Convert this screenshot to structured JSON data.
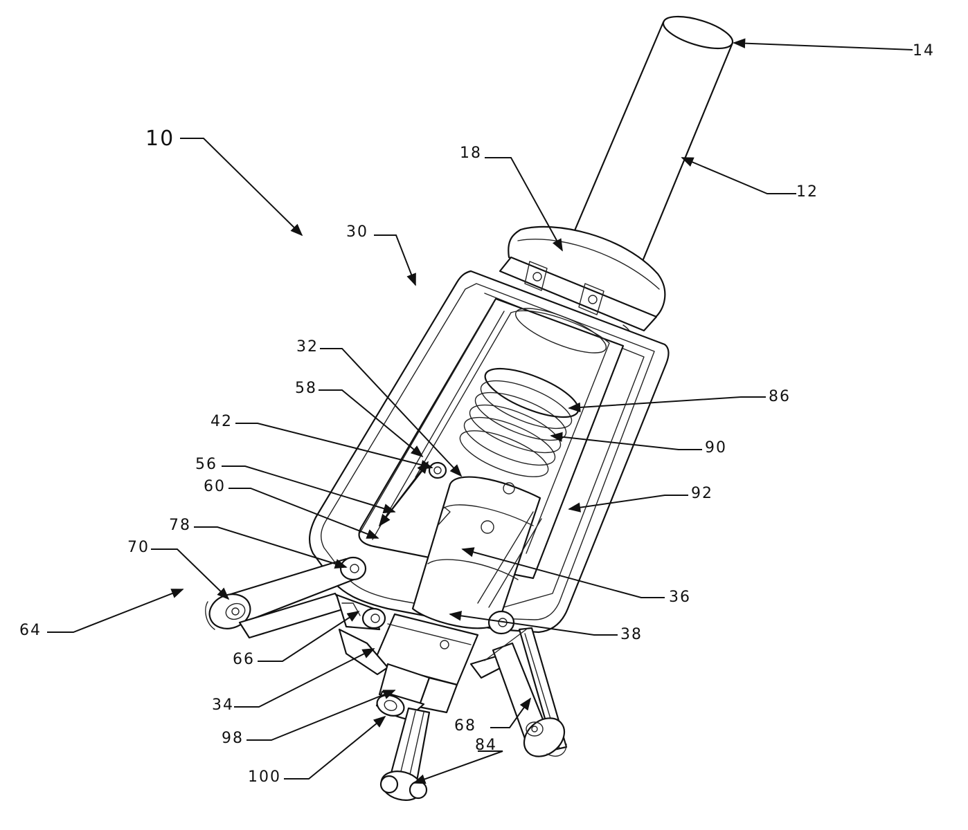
{
  "figure": {
    "labels": {
      "l10": "10",
      "l12": "12",
      "l14": "14",
      "l18": "18",
      "l30": "30",
      "l32": "32",
      "l34": "34",
      "l36": "36",
      "l38": "38",
      "l42": "42",
      "l56": "56",
      "l58": "58",
      "l60": "60",
      "l64": "64",
      "l66": "66",
      "l68": "68",
      "l70": "70",
      "l78": "78",
      "l84": "84",
      "l86": "86",
      "l90": "90",
      "l92": "92",
      "l98": "98",
      "l100": "100"
    }
  }
}
